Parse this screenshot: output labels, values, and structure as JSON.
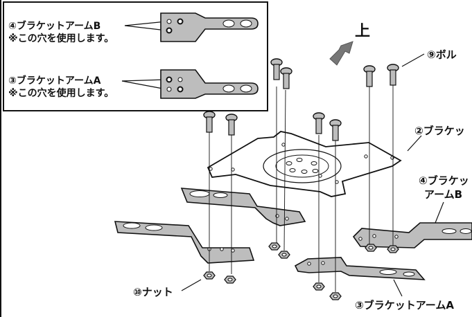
{
  "inset": {
    "bracket_b_label": "④ブラケットアームB",
    "bracket_b_note": "※この穴を使用します。",
    "bracket_a_label": "③ブラケットアームA",
    "bracket_a_note": "※この穴を使用します。"
  },
  "callouts": {
    "up": "上",
    "bolt": "⑨ボル",
    "bracket": "②ブラケッ",
    "arm_b_line1": "④ブラケッ",
    "arm_b_line2": "アームB",
    "nut": "⑩ナット",
    "arm_a": "③ブラケットアームA"
  },
  "colors": {
    "part_fill": "#bdbdbd",
    "plate_fill": "#ffffff",
    "outline": "#111111",
    "arrow": "#777777"
  }
}
